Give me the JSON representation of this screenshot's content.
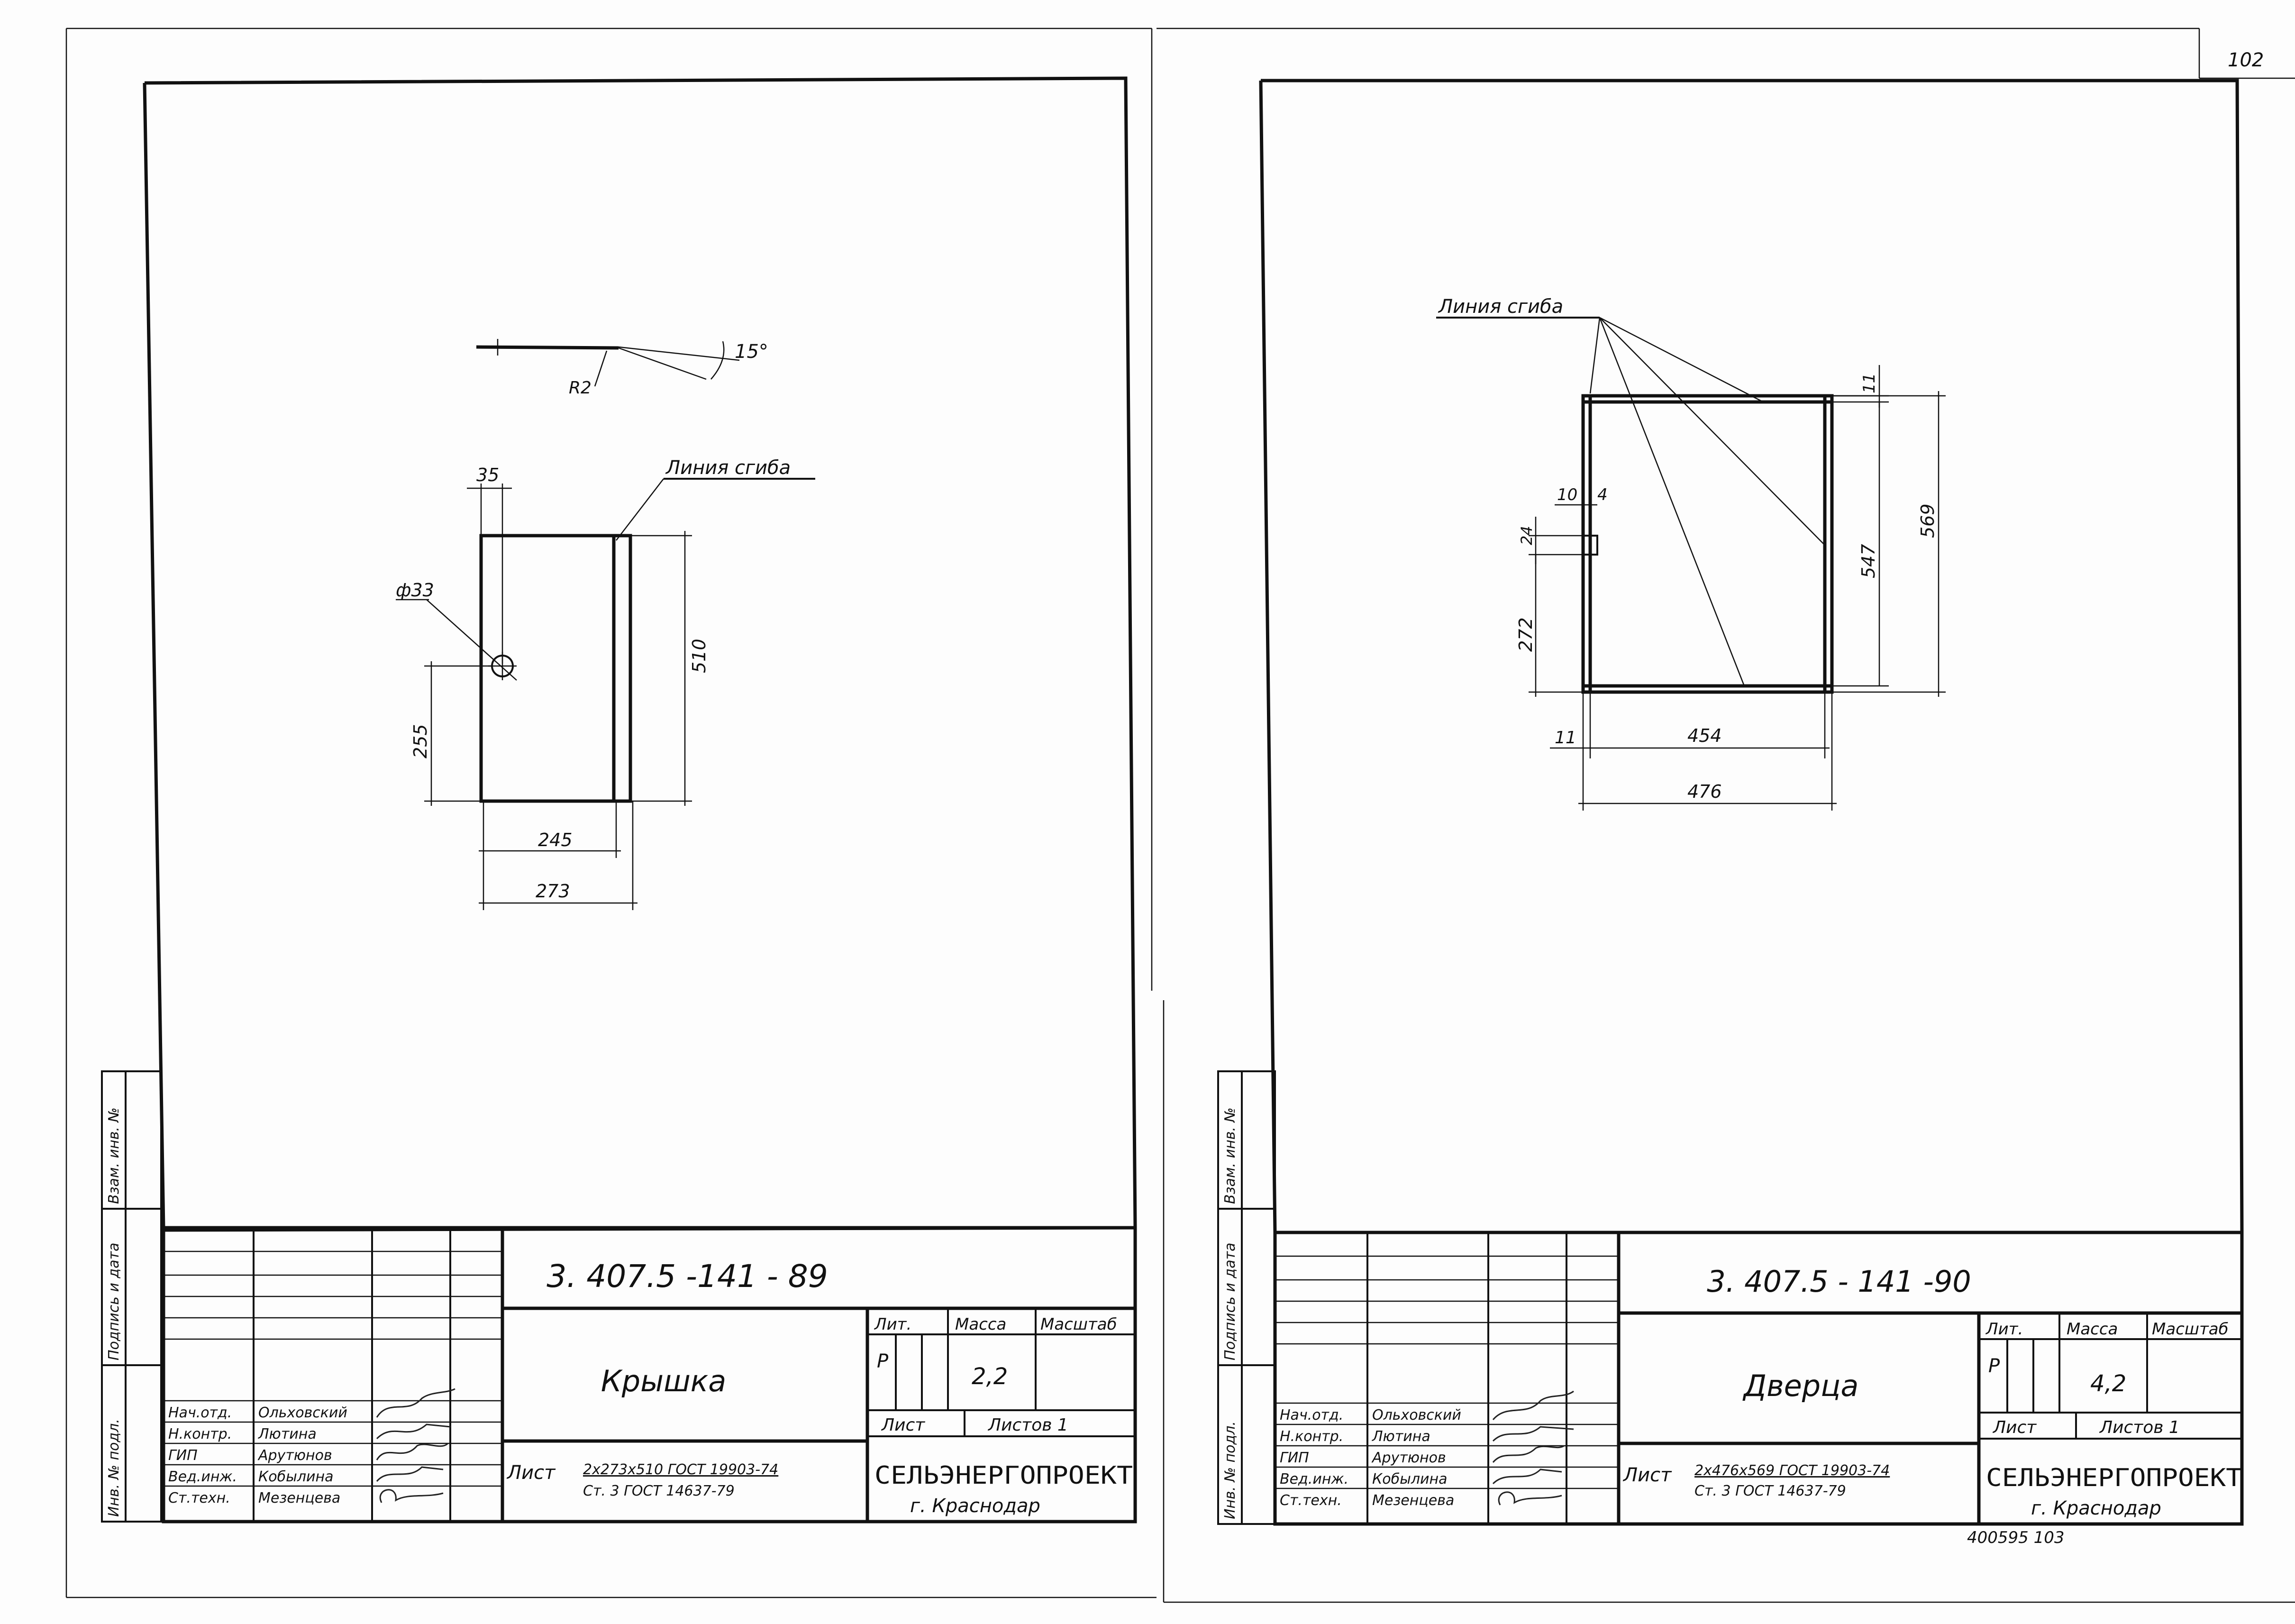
{
  "page_number": "102",
  "sheets": [
    {
      "doc_code": "3. 407.5 -141 - 89",
      "title": "Крышка",
      "lit_header": "Лит.",
      "mass_header": "Масса",
      "scale_header": "Масштаб",
      "lit": "Р",
      "mass": "2,2",
      "sheet_label": "Лист",
      "sheets_label": "Листов 1",
      "material_label": "Лист",
      "material_line1": "2х273х510 ГОСТ 19903-74",
      "material_line2": "Ст. 3 ГОСТ 14637-79",
      "company": "СЕЛЬЭНЕРГОПРОЕКТ",
      "city": "г. Краснодар",
      "staff": [
        {
          "role": "Нач.отд.",
          "name": "Ольховский"
        },
        {
          "role": "Н.контр.",
          "name": "Лютина"
        },
        {
          "role": "ГИП",
          "name": "Арутюнов"
        },
        {
          "role": "Вед.инж.",
          "name": "Кобылина"
        },
        {
          "role": "Ст.техн.",
          "name": "Мезенцева"
        }
      ],
      "side_stamp": [
        "Инв. № подл.",
        "Подпись и дата",
        "Взам. инв. №"
      ],
      "drawing": {
        "bend_line_label": "Линия сгиба",
        "angle_label": "15°",
        "radius_label": "R2",
        "dims": {
          "d35": "35",
          "hole": "ф33",
          "d510": "510",
          "d255": "255",
          "d245": "245",
          "d273": "273"
        }
      },
      "footer_note": ""
    },
    {
      "doc_code": "3. 407.5 - 141 -90",
      "title": "Дверца",
      "lit_header": "Лит.",
      "mass_header": "Масса",
      "scale_header": "Масштаб",
      "lit": "Р",
      "mass": "4,2",
      "sheet_label": "Лист",
      "sheets_label": "Листов 1",
      "material_label": "Лист",
      "material_line1": "2х476х569 ГОСТ 19903-74",
      "material_line2": "Ст. 3 ГОСТ 14637-79",
      "company": "СЕЛЬЭНЕРГОПРОЕКТ",
      "city": "г. Краснодар",
      "staff": [
        {
          "role": "Нач.отд.",
          "name": "Ольховский"
        },
        {
          "role": "Н.контр.",
          "name": "Лютина"
        },
        {
          "role": "ГИП",
          "name": "Арутюнов"
        },
        {
          "role": "Вед.инж.",
          "name": "Кобылина"
        },
        {
          "role": "Ст.техн.",
          "name": "Мезенцева"
        }
      ],
      "side_stamp": [
        "Инв. № подл.",
        "Подпись и дата",
        "Взам. инв. №"
      ],
      "drawing": {
        "bend_line_label": "Линия сгиба",
        "dims": {
          "d11_top": "11",
          "d10": "10",
          "d4": "4",
          "d24": "24",
          "d547": "547",
          "d569": "569",
          "d272": "272",
          "d11_left": "11",
          "d454": "454",
          "d476": "476"
        }
      },
      "footer_note": "400595 103"
    }
  ]
}
